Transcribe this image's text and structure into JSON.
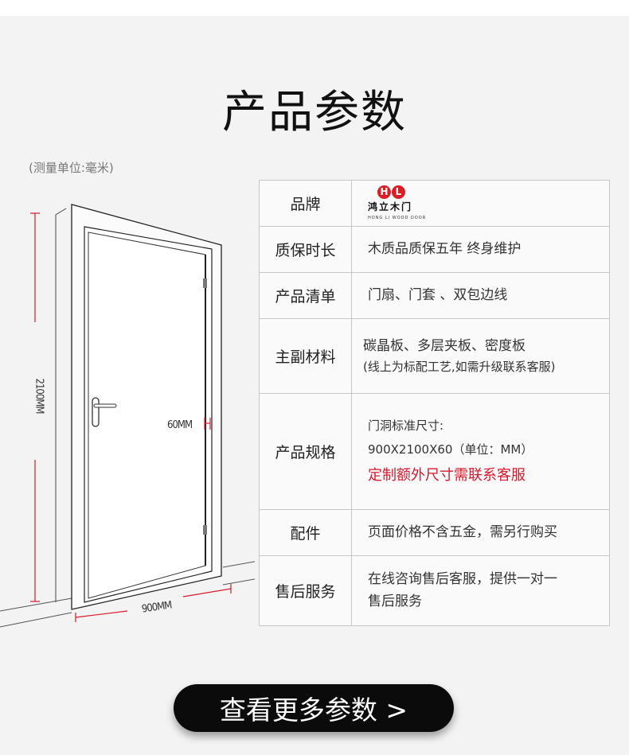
{
  "title": "产品参数",
  "unit_note": "(测量单位:毫米)",
  "door": {
    "height_label": "2100MM",
    "thickness_label": "60MM",
    "width_label": "900MM"
  },
  "logo": {
    "letters": [
      "H",
      "L"
    ],
    "name": "鸿立木门",
    "sub": "HONG LI WOOD DOOR"
  },
  "specs": [
    {
      "key": "品牌",
      "lines": []
    },
    {
      "key": "质保时长",
      "lines": [
        "木质品质保五年  终身维护"
      ]
    },
    {
      "key": "产品清单",
      "lines": [
        "门扇、门套 、双包边线"
      ]
    },
    {
      "key": "主副材料",
      "lines": [
        "碳晶板、多层夹板、密度板",
        "(线上为标配工艺,如需升级联系客服)"
      ]
    },
    {
      "key": "产品规格",
      "lines": [
        "门洞标准尺寸:",
        "900X2100X60（单位：MM）",
        "定制额外尺寸需联系客服"
      ]
    },
    {
      "key": "配件",
      "lines": [
        "页面价格不含五金，需另行购买"
      ]
    },
    {
      "key": "售后服务",
      "lines": [
        "在线咨询售后客服，提供一对一",
        "售后服务"
      ]
    }
  ],
  "button": {
    "label": "查看更多参数 >"
  },
  "colors": {
    "accent": "#d7192c",
    "button": "#0b0b0b",
    "background": "#f3f3f3"
  }
}
